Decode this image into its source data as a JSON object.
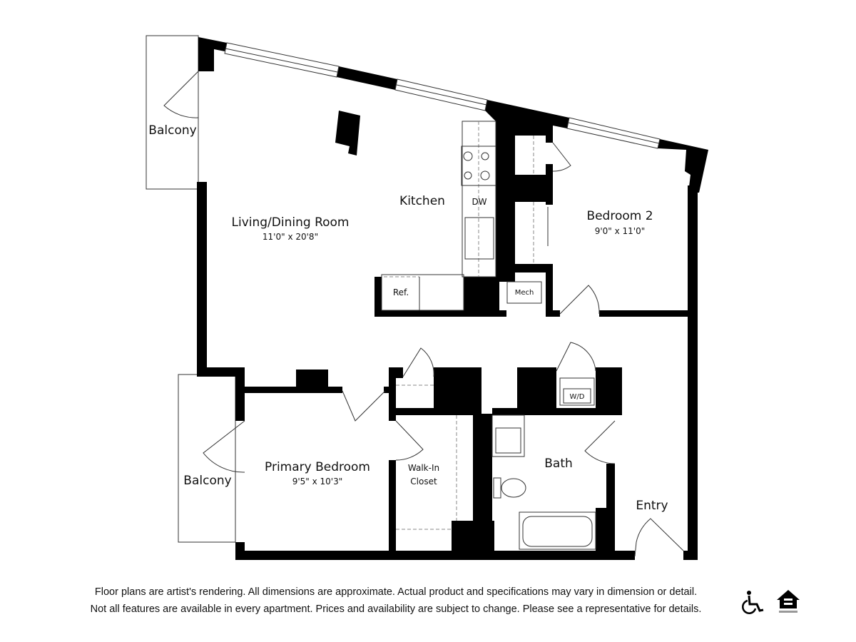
{
  "rooms": {
    "living": {
      "name": "Living/Dining Room",
      "dimensions": "11'0\" x 20'8\""
    },
    "kitchen": {
      "name": "Kitchen"
    },
    "bedroom2": {
      "name": "Bedroom 2",
      "dimensions": "9'0\" x 11'0\""
    },
    "primary": {
      "name": "Primary Bedroom",
      "dimensions": "9'5\" x 10'3\""
    },
    "closet": {
      "name_line1": "Walk-In",
      "name_line2": "Closet"
    },
    "bath": {
      "name": "Bath"
    },
    "entry": {
      "name": "Entry"
    },
    "balcony_upper": {
      "name": "Balcony"
    },
    "balcony_lower": {
      "name": "Balcony"
    }
  },
  "fixtures": {
    "dishwasher": "DW",
    "refrigerator": "Ref.",
    "mechanical": "Mech",
    "washer_dryer": "W/D"
  },
  "disclaimer": {
    "line1": "Floor plans are artist's rendering. All dimensions are approximate. Actual product and specifications may vary in dimension or detail.",
    "line2": "Not all features are available in every apartment. Prices and availability are subject to change. Please see a representative for details."
  },
  "icons": [
    "wheelchair-accessible-icon",
    "equal-housing-opportunity-icon"
  ]
}
